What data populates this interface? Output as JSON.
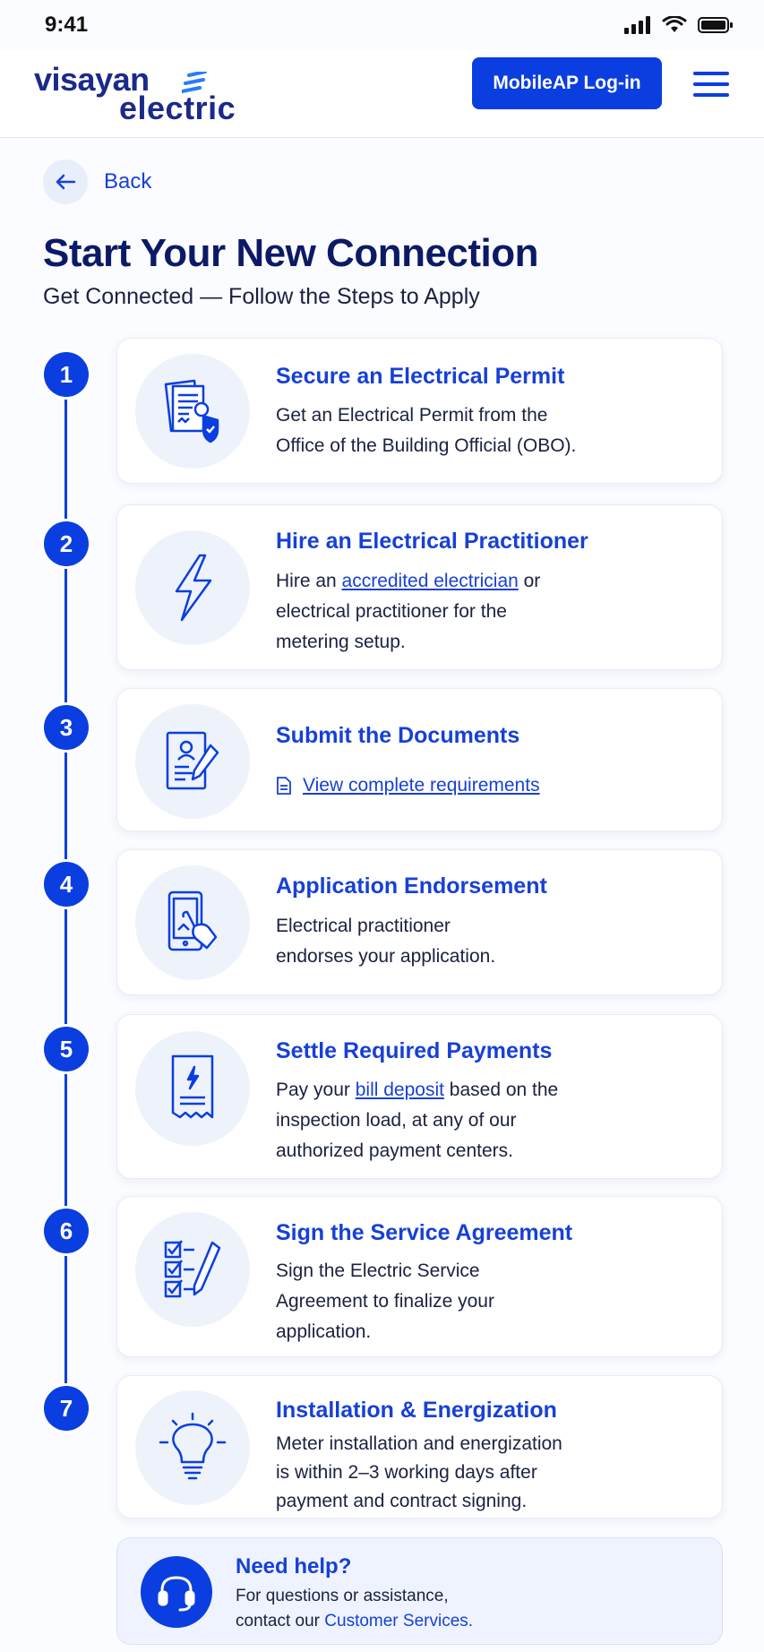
{
  "status_bar": {
    "time": "9:41"
  },
  "header": {
    "logo_top": "visayan",
    "logo_bottom": "electric",
    "login_label": "MobileAP Log-in"
  },
  "back_label": "Back",
  "page": {
    "title": "Start Your New Connection",
    "subtitle": "Get Connected — Follow the Steps to Apply"
  },
  "steps": [
    {
      "number": "1",
      "title": "Secure an Electrical Permit",
      "desc_line1": "Get an Electrical Permit from the",
      "desc_line2": "Office of the Building Official (OBO).",
      "icon": "permit-document-icon"
    },
    {
      "number": "2",
      "title": "Hire an Electrical Practitioner",
      "desc_pre": "Hire an ",
      "desc_link": "accredited electrician",
      "desc_post": " or",
      "desc_line2": "electrical practitioner for the",
      "desc_line3": "metering setup.",
      "icon": "lightning-bolt-icon"
    },
    {
      "number": "3",
      "title": "Submit the Documents",
      "link": "View complete requirements",
      "icon": "signed-document-icon"
    },
    {
      "number": "4",
      "title": "Application Endorsement",
      "desc_line1": "Electrical practitioner",
      "desc_line2": "endorses your application.",
      "icon": "tablet-sign-icon"
    },
    {
      "number": "5",
      "title": "Settle Required Payments",
      "desc_pre": "Pay your ",
      "desc_link": "bill deposit",
      "desc_post": " based on the",
      "desc_line2": "inspection load, at any of our",
      "desc_line3": "authorized payment centers.",
      "icon": "receipt-icon"
    },
    {
      "number": "6",
      "title": "Sign the Service Agreement",
      "desc_line1": "Sign the Electric Service",
      "desc_line2": "Agreement to finalize your",
      "desc_line3": "application.",
      "icon": "checklist-pen-icon"
    },
    {
      "number": "7",
      "title": "Installation & Energization",
      "desc_line1": "Meter installation and energization",
      "desc_line2": "is within 2–3 working days after",
      "desc_line3": "payment and contract signing.",
      "icon": "light-bulb-icon"
    }
  ],
  "help": {
    "title": "Need help?",
    "line1": "For questions or assistance,",
    "line2_pre": "contact our ",
    "line2_link": "Customer Services."
  },
  "colors": {
    "primary": "#0a3ee0",
    "heading": "#0c1a66",
    "icon_bg": "#eef2fb"
  }
}
